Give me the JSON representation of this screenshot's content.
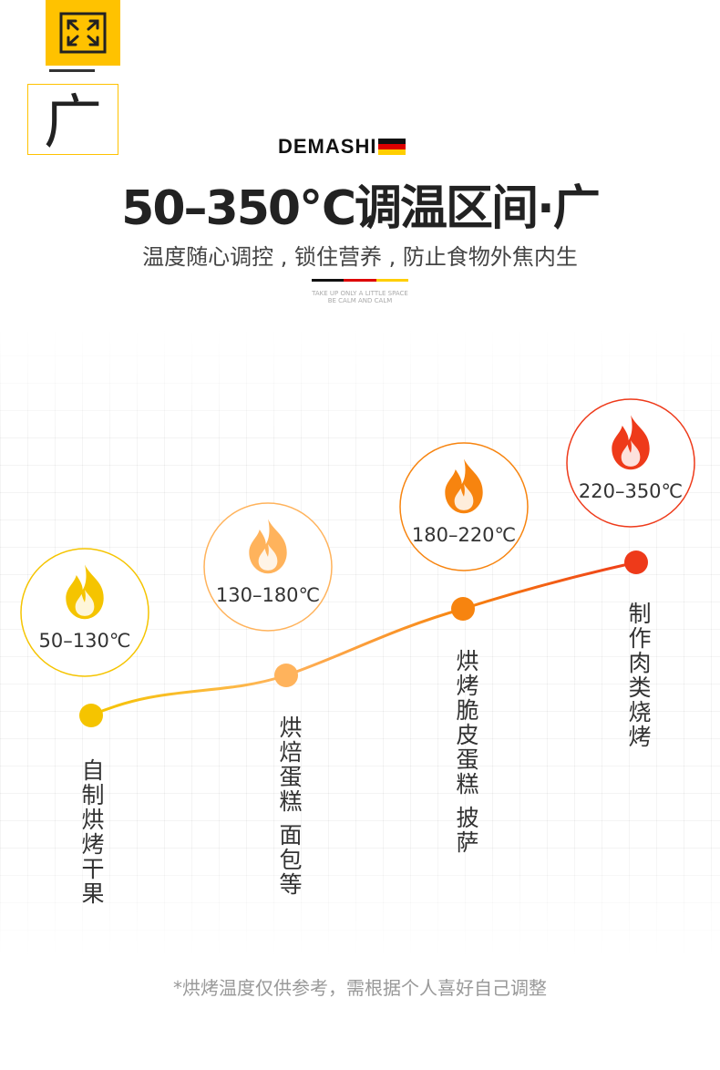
{
  "badge": {
    "icon": "expand-arrows-icon",
    "char": "广",
    "accent": "#ffc200"
  },
  "brand": {
    "name": "DEMASHI",
    "flag_colors": [
      "#111111",
      "#dd0000",
      "#ffce00"
    ]
  },
  "headline": "50–350℃调温区间·广",
  "subhead": "温度随心调控 , 锁住营养 , 防止食物外焦内生",
  "tagline": {
    "line1": "TAKE UP ONLY A LITTLE SPACE",
    "line2": "BE CALM AND CALM"
  },
  "stages": [
    {
      "range": "50–130℃",
      "label": "自制烘烤干果",
      "color": "#f5c400"
    },
    {
      "range": "130–180℃",
      "label": "烘焙蛋糕 面包等",
      "color": "#ffb35c"
    },
    {
      "range": "180–220℃",
      "label": "烘烤脆皮蛋糕 披萨",
      "color": "#f7840f"
    },
    {
      "range": "220–350℃",
      "label": "制作肉类烧烤",
      "color": "#ee3a1a"
    }
  ],
  "footnote": "*烘烤温度仅供参考，需根据个人喜好自己调整"
}
